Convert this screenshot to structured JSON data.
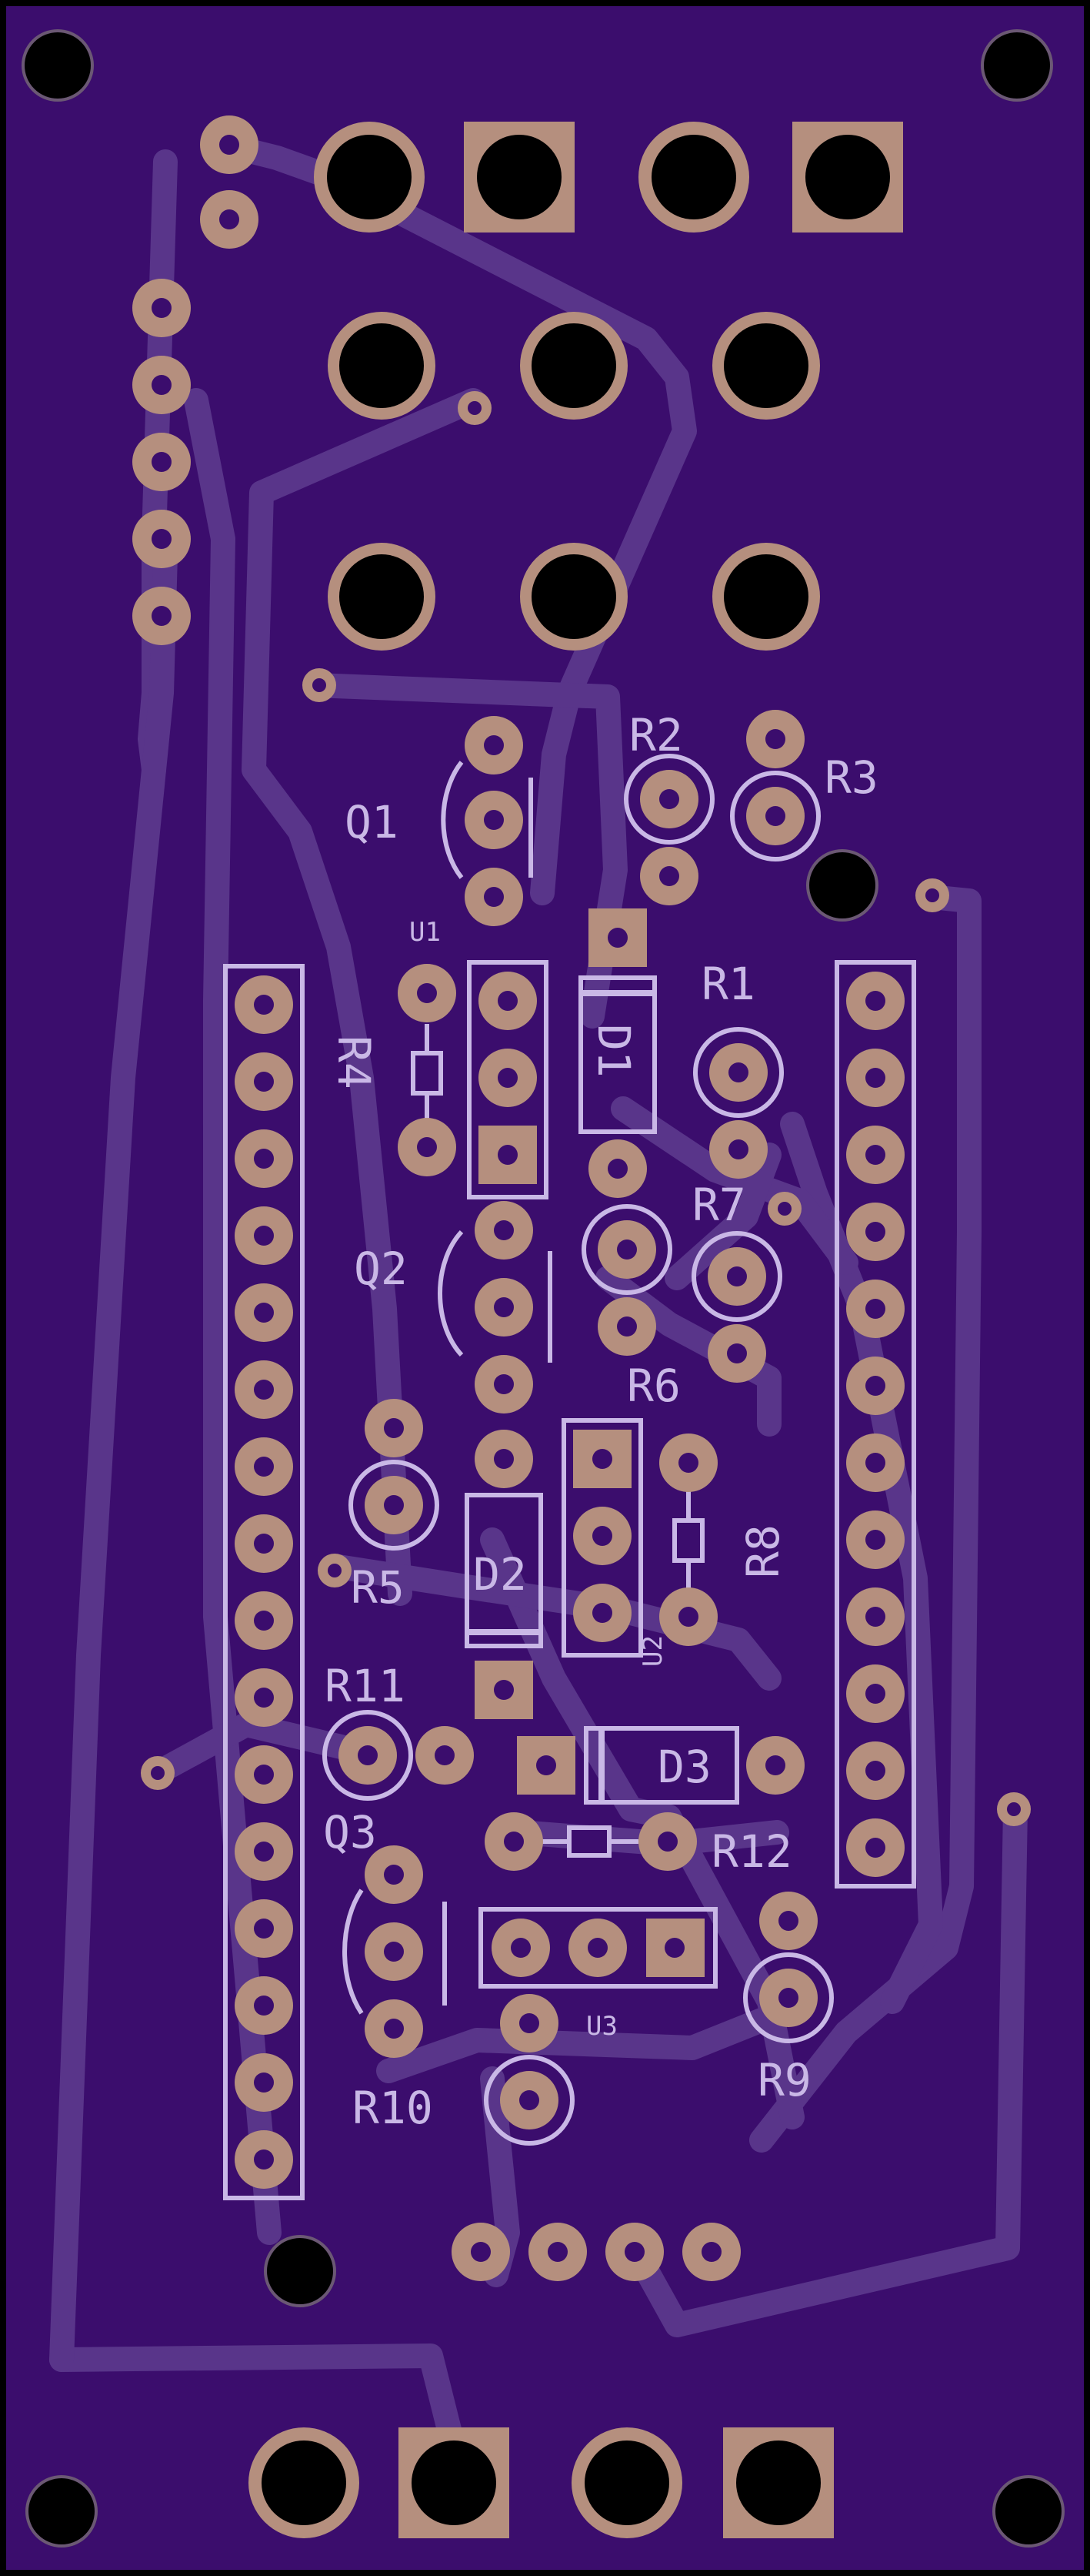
{
  "colors": {
    "soldermask": "#3b0d6d",
    "trace": "#59358a",
    "pad": "#b58f7e",
    "drill": "#000000",
    "silkscreen": "#c9b8e6"
  },
  "labels": {
    "q1": "Q1",
    "q2": "Q2",
    "q3": "Q3",
    "r1": "R1",
    "r2": "R2",
    "r3": "R3",
    "r4": "R4",
    "r5": "R5",
    "r6": "R6",
    "r7": "R7",
    "r8": "R8",
    "r9": "R9",
    "r10": "R10",
    "r11": "R11",
    "r12": "R12",
    "d1": "D1",
    "d2": "D2",
    "d3": "D3",
    "u1": "U1",
    "u2": "U2",
    "u3": "U3"
  }
}
